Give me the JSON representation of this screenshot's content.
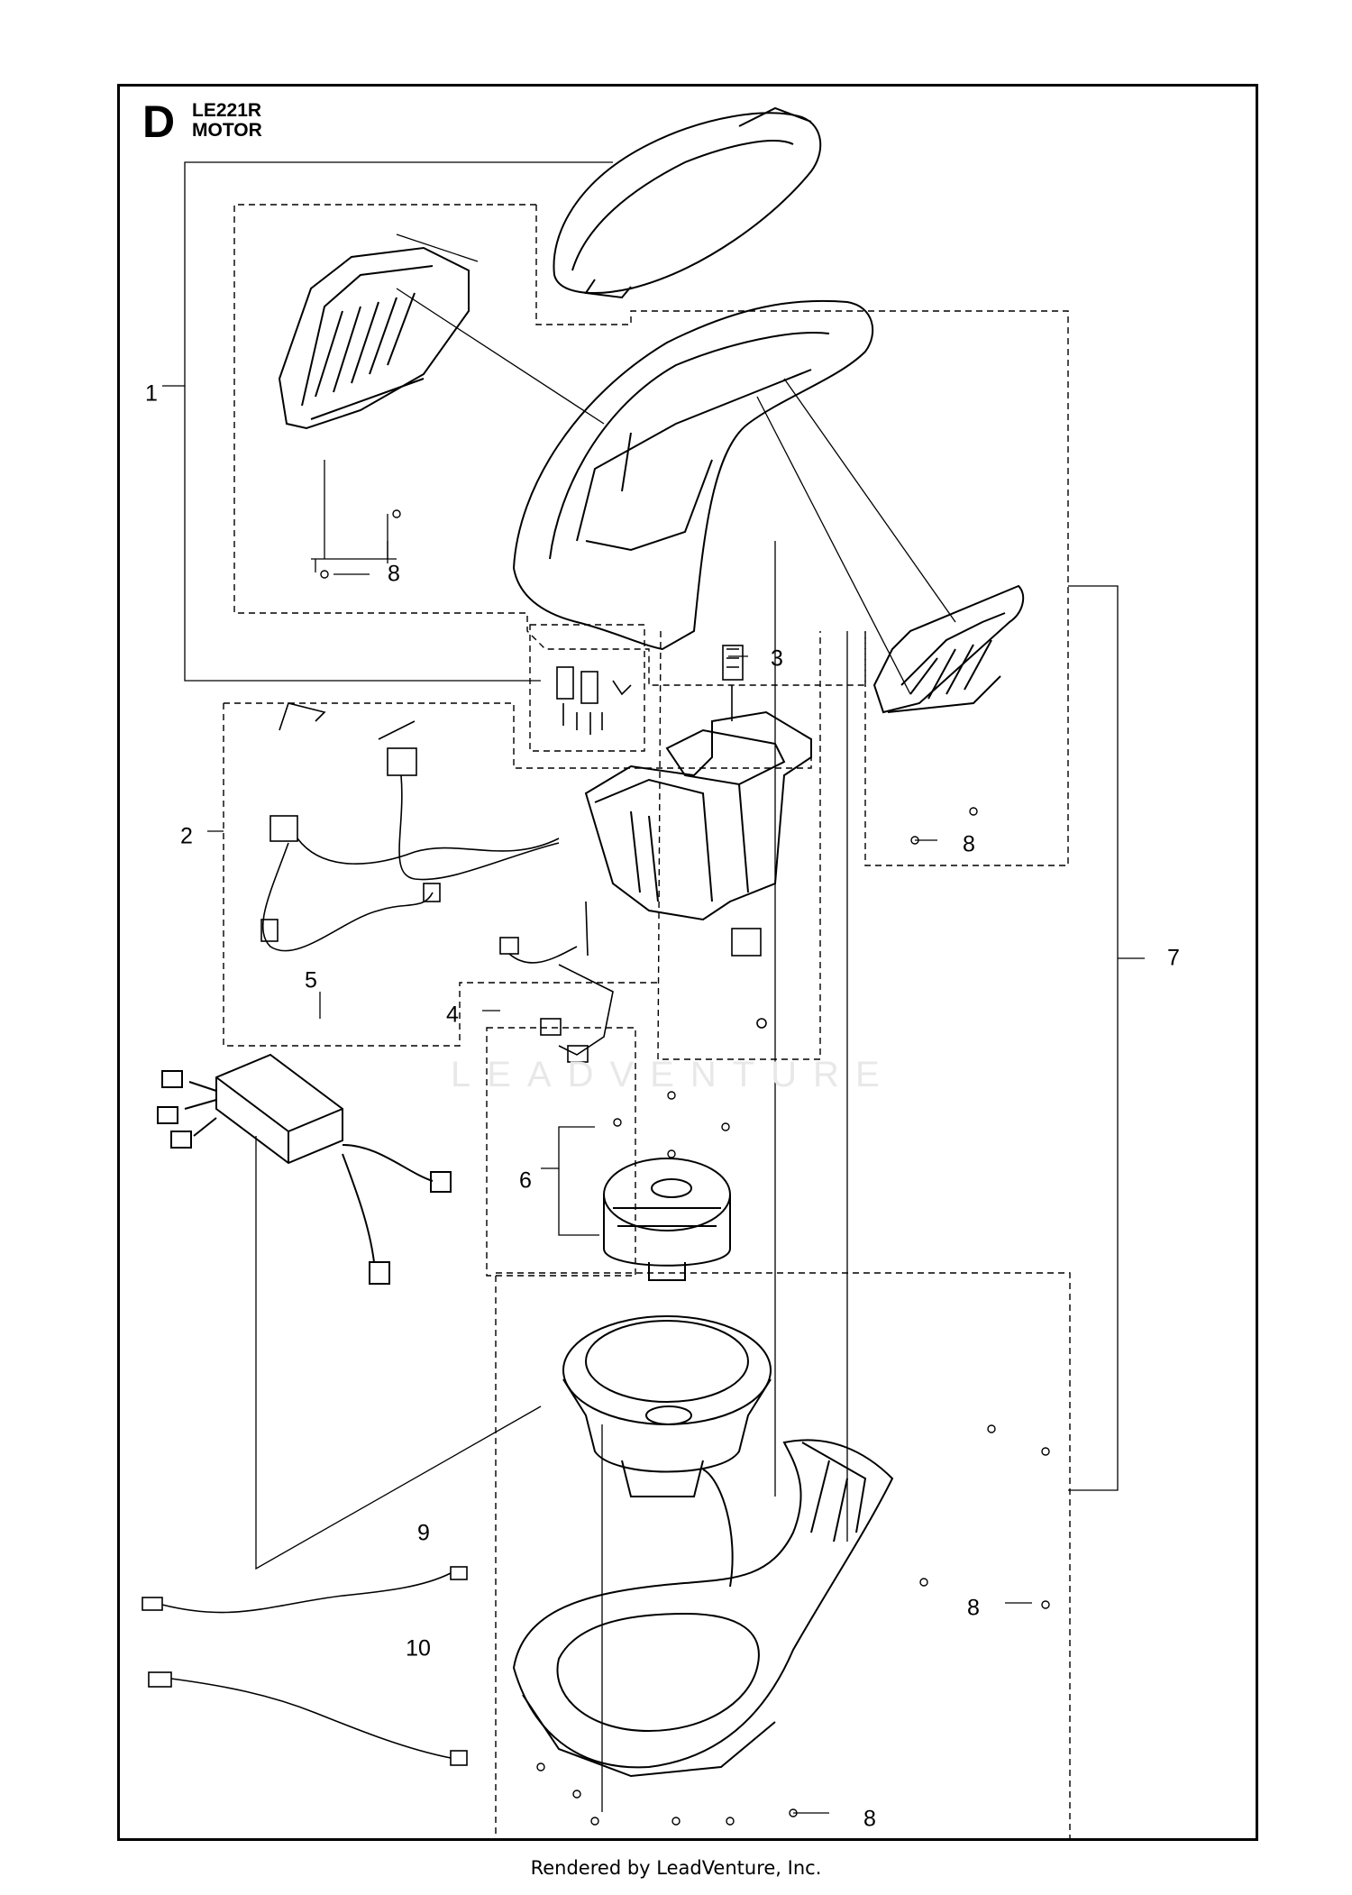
{
  "header": {
    "section": "D",
    "model": "LE221R",
    "title": "MOTOR"
  },
  "callouts": {
    "c1": "1",
    "c2": "2",
    "c3": "3",
    "c4": "4",
    "c5": "5",
    "c6": "6",
    "c7": "7",
    "c8a": "8",
    "c8b": "8",
    "c8c": "8",
    "c8d": "8",
    "c9": "9",
    "c10": "10"
  },
  "watermark": "LEADVENTURE",
  "footer": "Rendered by LeadVenture, Inc."
}
